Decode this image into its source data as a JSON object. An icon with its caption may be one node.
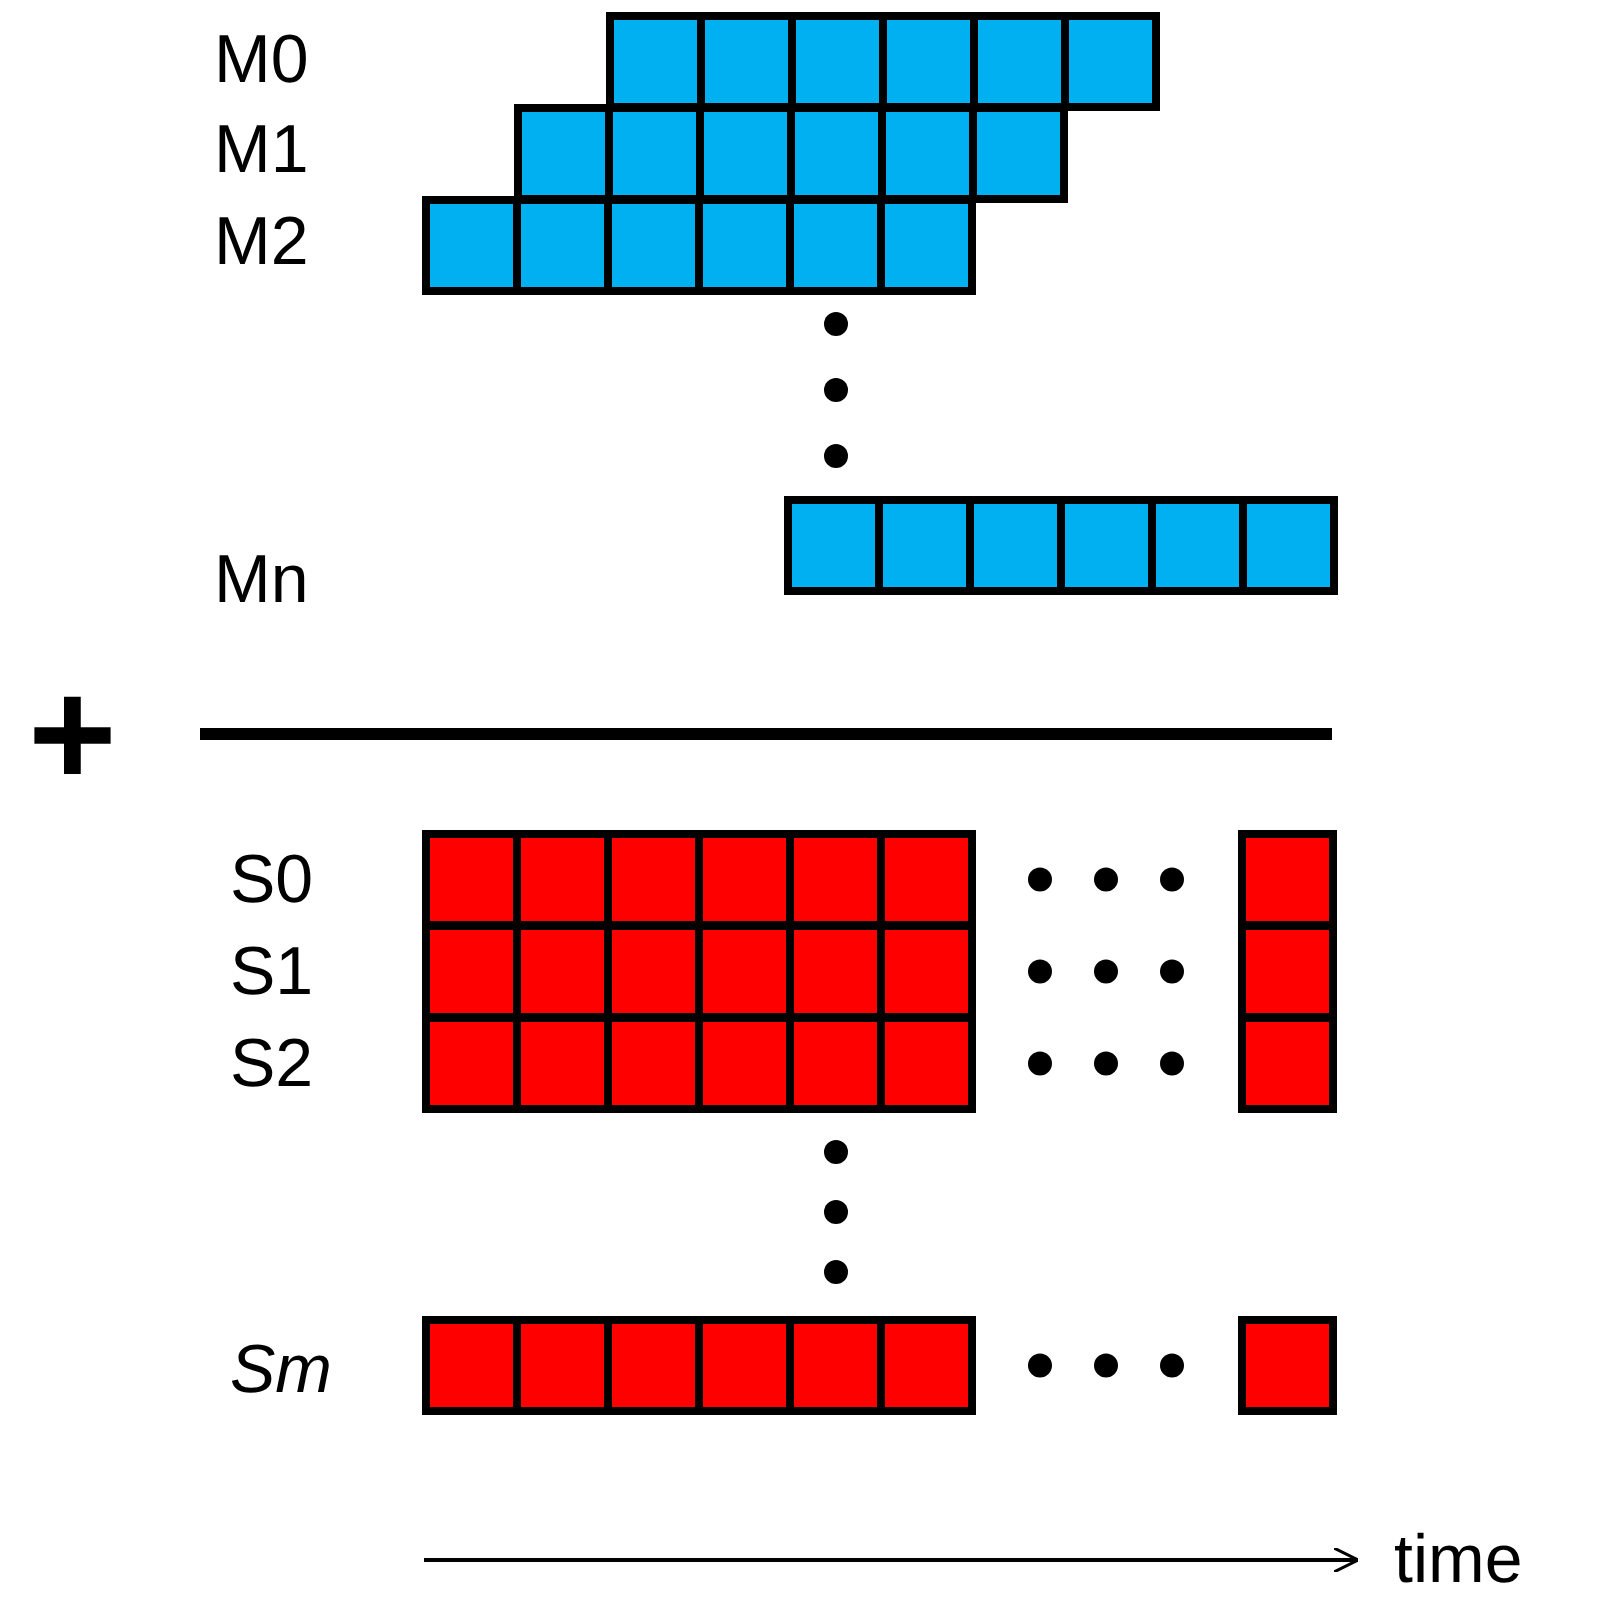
{
  "diagram": {
    "labels": [
      "M0",
      "M1",
      "M2",
      "Mn",
      "+",
      "S0",
      "S1",
      "S2",
      "Sm",
      "time"
    ]
  }
}
